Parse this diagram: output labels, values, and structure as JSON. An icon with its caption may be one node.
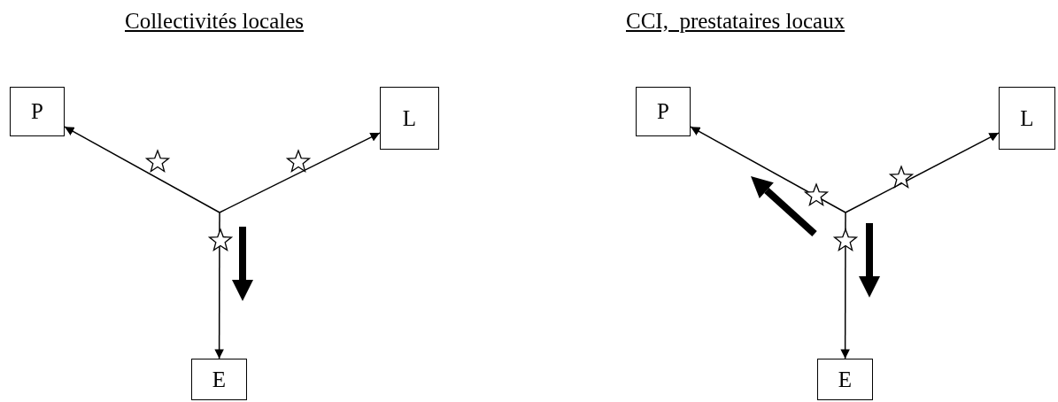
{
  "diagram": {
    "nodes": [
      {
        "text": [
          "P"
        ]
      },
      {
        "text": [
          "L"
        ]
      },
      {
        "text": [
          "P"
        ]
      },
      {
        "text": [
          "L"
        ]
      },
      {
        "text": [
          "E"
        ]
      },
      {
        "text": [
          "E"
        ]
      }
    ],
    "edges": [
      {
        "from": null,
        "to": 0,
        "arrow": "to"
      },
      {
        "from": null,
        "to": 1,
        "arrow": "to"
      },
      {
        "from": null,
        "to": 4,
        "arrow": "to"
      },
      {
        "from": null,
        "to": 2,
        "arrow": "to"
      },
      {
        "from": null,
        "to": 3,
        "arrow": "to"
      },
      {
        "from": null,
        "to": 5,
        "arrow": "to"
      }
    ],
    "labels": [
      "Collectivités locales",
      "CCI,  prestataires locaux"
    ]
  }
}
